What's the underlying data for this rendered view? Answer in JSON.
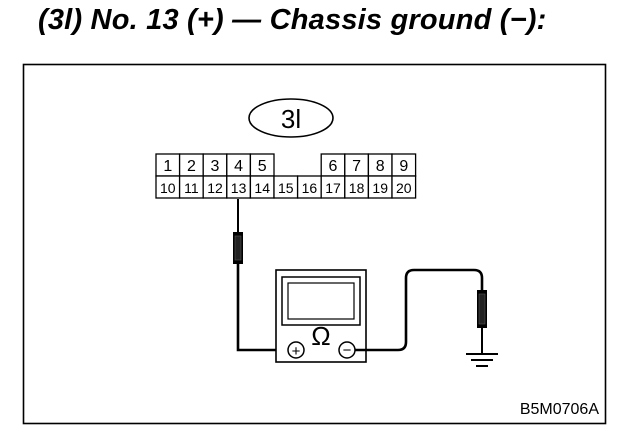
{
  "title": "(3l) No. 13 (+) — Chassis ground (−):",
  "connector": {
    "label": "3l",
    "row1": [
      "1",
      "2",
      "3",
      "4",
      "5",
      "",
      "6",
      "7",
      "8",
      "9"
    ],
    "row2": [
      "10",
      "11",
      "12",
      "13",
      "14",
      "15",
      "16",
      "17",
      "18",
      "19",
      "20"
    ]
  },
  "meter": {
    "symbol": "Ω",
    "positive_symbol": "+",
    "negative_symbol": "−"
  },
  "figure_code": "B5M0706A",
  "icons": [
    "ohmmeter-icon",
    "probe-icon",
    "ground-icon"
  ]
}
